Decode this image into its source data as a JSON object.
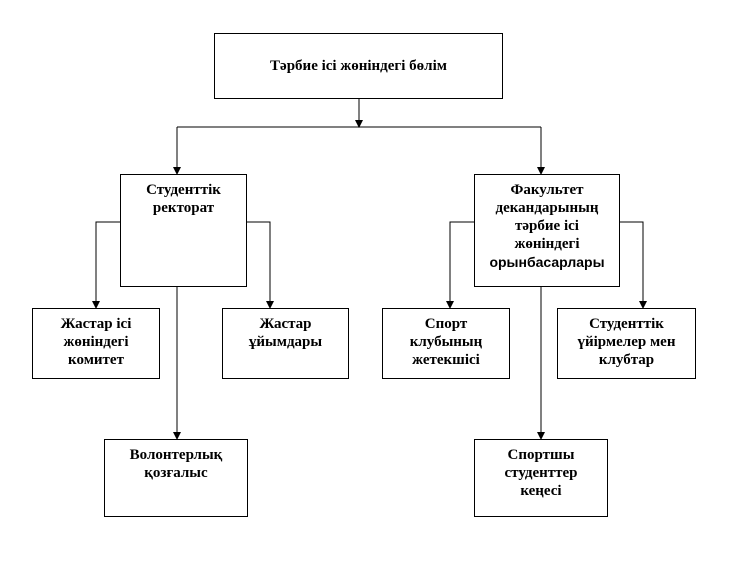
{
  "diagram": {
    "root": {
      "label": "Тәрбие ісі жөніндегі бөлім"
    },
    "left_branch": {
      "head": {
        "lines": [
          "Студенттік",
          "ректорат"
        ]
      },
      "children": {
        "youth_committee": {
          "lines": [
            "Жастар ісі",
            "жөніндегі",
            "комитет"
          ]
        },
        "youth_orgs": {
          "lines": [
            "Жастар",
            "ұйымдары"
          ]
        },
        "volunteer": {
          "lines": [
            "Волонтерлық",
            "қозғалыс"
          ]
        }
      }
    },
    "right_branch": {
      "head": {
        "lines": [
          "Факультет",
          "декандарының",
          "тәрбие ісі",
          "жөніндегі",
          "орынбасарлары"
        ]
      },
      "children": {
        "sport_club": {
          "lines": [
            "Спорт",
            "клубының",
            "жетекшісі"
          ]
        },
        "circles": {
          "lines": [
            "Студенттік",
            "үйірмелер мен",
            "клубтар"
          ]
        },
        "athletes": {
          "lines": [
            "Спортшы",
            "студенттер",
            "кеңесі"
          ]
        }
      }
    },
    "colors": {
      "line": "#000000",
      "box_border": "#000000",
      "background": "#ffffff"
    }
  }
}
